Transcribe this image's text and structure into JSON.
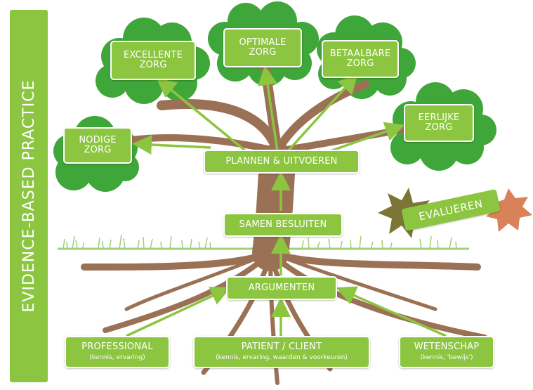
{
  "title": "EVIDENCE-BASED PRACTICE",
  "canopy": {
    "nodige": "NODIGE\nZORG",
    "excellente": "EXCELLENTE\nZORG",
    "optimale": "OPTIMALE\nZORG",
    "betaalbare": "BETAALBARE\nZORG",
    "eerlijke": "EERLIJKE\nZORG"
  },
  "trunk": {
    "plannen": "PLANNEN & UITVOEREN",
    "samen": "SAMEN BESLUITEN",
    "argumenten": "ARGUMENTEN"
  },
  "evaluation": "EVALUEREN",
  "roots": {
    "professional": {
      "label": "PROFESSIONAL",
      "sub": "(kennis, ervaring)"
    },
    "patient": {
      "label": "PATIENT / CLIENT",
      "sub": "(kennis, ervaring, waarden & voorkeuren)"
    },
    "wetenschap": {
      "label": "WETENSCHAP",
      "sub": "(kennis, 'bewijs')"
    }
  },
  "colors": {
    "box_green": "#8cc540",
    "foliage": "#3fa63a",
    "trunk_brown": "#9b7155",
    "grass": "#9ed07a",
    "leaf_olive": "#7c7536",
    "leaf_orange": "#d9825a"
  }
}
